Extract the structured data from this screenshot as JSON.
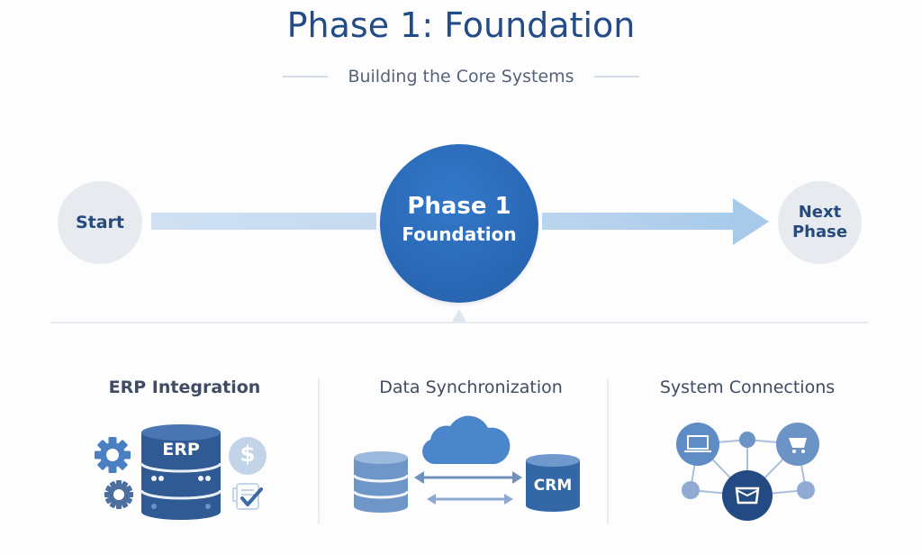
{
  "header": {
    "title": "Phase 1: Foundation",
    "subtitle": "Building the Core Systems"
  },
  "flow": {
    "start_label": "Start",
    "phase_title": "Phase 1",
    "phase_subtitle": "Foundation",
    "next_line1": "Next",
    "next_line2": "Phase"
  },
  "sections": [
    {
      "title": "ERP Integration",
      "icon_label": "ERP"
    },
    {
      "title": "Data Synchronization",
      "icon_label": "CRM"
    },
    {
      "title": "System Connections"
    }
  ],
  "icons": {
    "dollar_glyph": "$"
  },
  "colors": {
    "title": "#224c87",
    "phase_circle": "#2a69b7",
    "node_gray": "#e7ebf0",
    "arrow": "#a7caea",
    "dark_blue": "#2c4f85",
    "mid_blue": "#5b86bd"
  }
}
